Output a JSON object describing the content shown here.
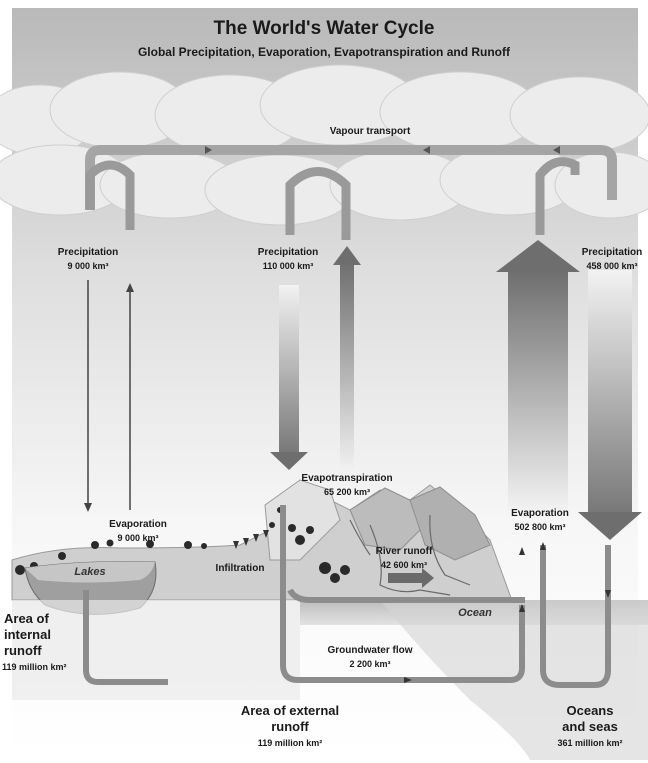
{
  "title": "The World's Water Cycle",
  "subtitle": "Global Precipitation, Evaporation, Evapotranspiration and Runoff",
  "labels": {
    "vapour_transport": "Vapour transport",
    "precip_internal": "Precipitation",
    "precip_internal_value": "9 000 km³",
    "precip_external": "Precipitation",
    "precip_external_value": "110 000 km³",
    "precip_ocean": "Precipitation",
    "precip_ocean_value": "458 000 km³",
    "evap_internal": "Evaporation",
    "evap_internal_value": "9 000 km³",
    "evapotranspiration": "Evapotranspiration",
    "evapotranspiration_value": "65 200 km³",
    "evap_ocean": "Evaporation",
    "evap_ocean_value": "502 800 km³",
    "river_runoff": "River runoff",
    "river_runoff_value": "42 600 km³",
    "infiltration": "Infiltration",
    "lakes": "Lakes",
    "ocean": "Ocean",
    "groundwater_flow": "Groundwater flow",
    "groundwater_flow_value": "2 200 km³",
    "area_internal_1": "Area of",
    "area_internal_2": "internal",
    "area_internal_3": "runoff",
    "area_internal_value": "119 million km²",
    "area_external_1": "Area of external",
    "area_external_2": "runoff",
    "area_external_value": "119 million km²",
    "oceans_1": "Oceans",
    "oceans_2": "and seas",
    "oceans_value": "361 million km²"
  }
}
